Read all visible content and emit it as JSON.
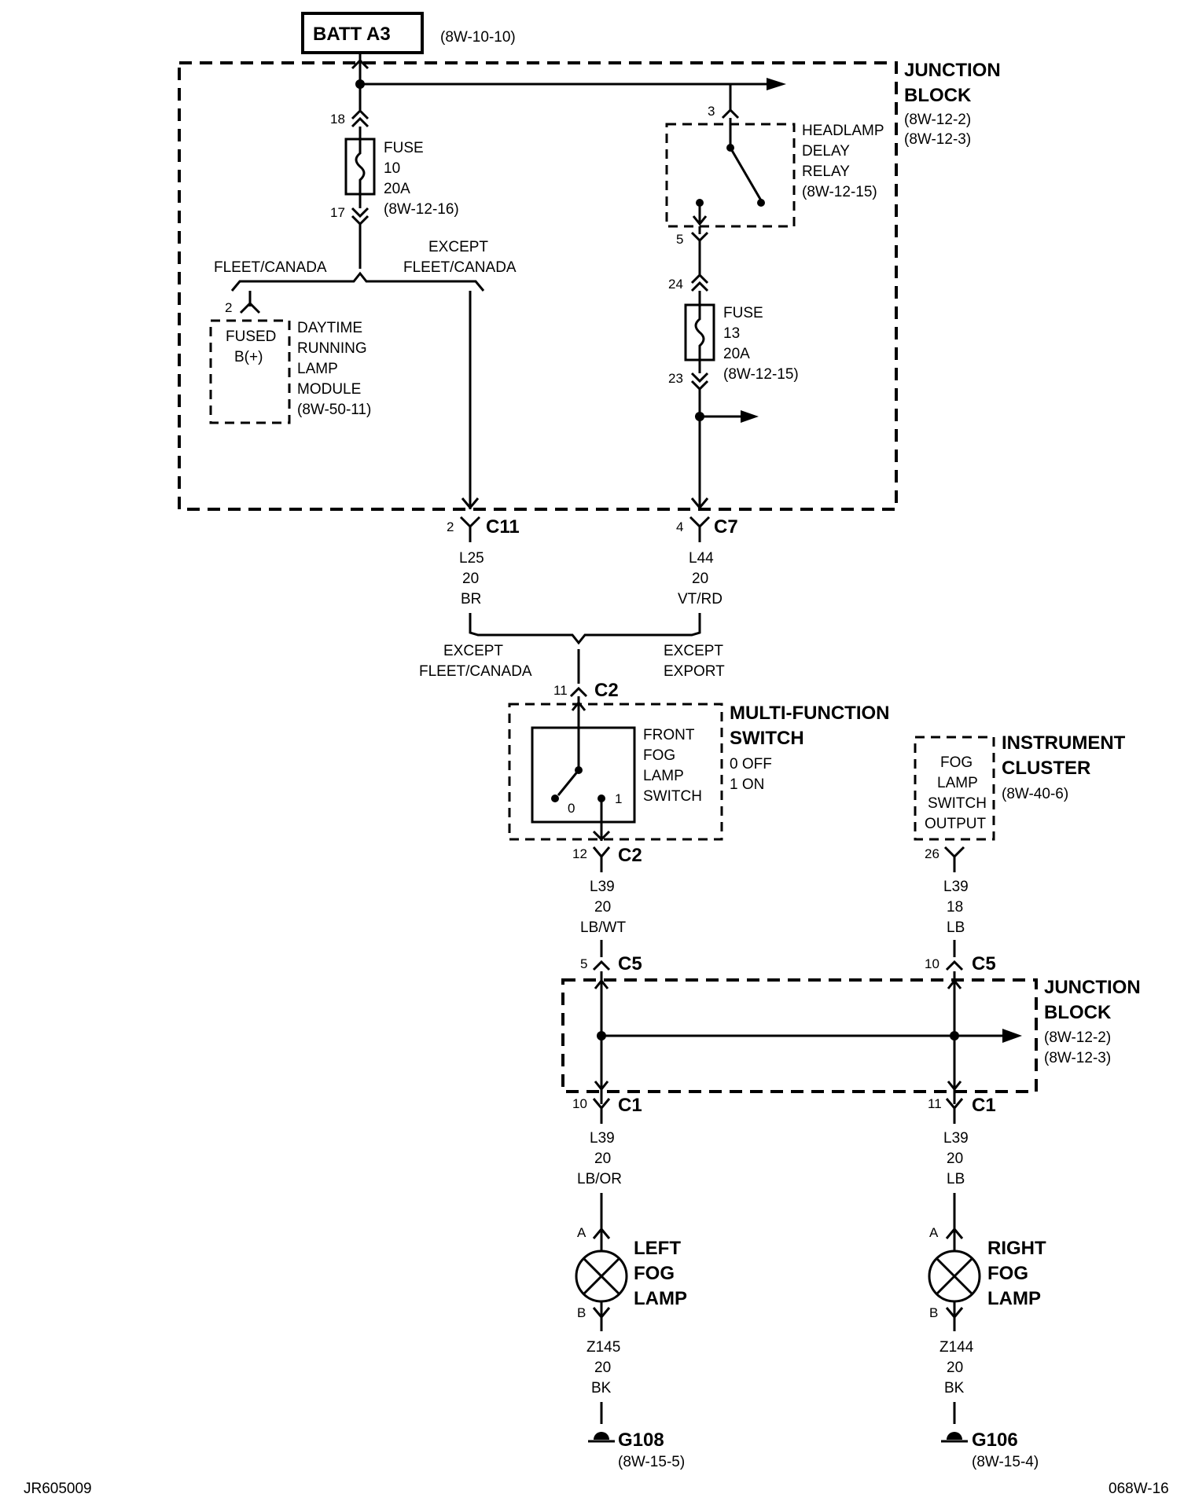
{
  "batt": {
    "label": "BATT A3",
    "ref": "(8W-10-10)"
  },
  "junction_block_top": {
    "title1": "JUNCTION",
    "title2": "BLOCK",
    "ref1": "(8W-12-2)",
    "ref2": "(8W-12-3)"
  },
  "fuse10": {
    "l1": "FUSE",
    "l2": "10",
    "l3": "20A",
    "l4": "(8W-12-16)",
    "pin_in": "18",
    "pin_out": "17"
  },
  "branch_top": {
    "left": "FLEET/CANADA",
    "right1": "EXCEPT",
    "right2": "FLEET/CANADA"
  },
  "drl": {
    "pin": "2",
    "box1": "FUSED",
    "box2": "B(+)",
    "l1": "DAYTIME",
    "l2": "RUNNING",
    "l3": "LAMP",
    "l4": "MODULE",
    "l5": "(8W-50-11)"
  },
  "relay": {
    "pin_in": "3",
    "pin_out": "5",
    "l1": "HEADLAMP",
    "l2": "DELAY",
    "l3": "RELAY",
    "l4": "(8W-12-15)"
  },
  "fuse13": {
    "l1": "FUSE",
    "l2": "13",
    "l3": "20A",
    "l4": "(8W-12-15)",
    "pin_in": "24",
    "pin_out": "23"
  },
  "c11": {
    "pin": "2",
    "conn": "C11",
    "wire": "L25",
    "gauge": "20",
    "color": "BR"
  },
  "c7": {
    "pin": "4",
    "conn": "C7",
    "wire": "L44",
    "gauge": "20",
    "color": "VT/RD"
  },
  "branch_mid": {
    "left1": "EXCEPT",
    "left2": "FLEET/CANADA",
    "right1": "EXCEPT",
    "right2": "EXPORT"
  },
  "mfs": {
    "pin_in": "11",
    "conn_in": "C2",
    "title1": "MULTI-FUNCTION",
    "title2": "SWITCH",
    "pos0": "0 OFF",
    "pos1": "1 ON",
    "s1": "FRONT",
    "s2": "FOG",
    "s3": "LAMP",
    "s4": "SWITCH",
    "mark0": "0",
    "mark1": "1",
    "pin_out": "12",
    "conn_out": "C2"
  },
  "ic": {
    "title1": "INSTRUMENT",
    "title2": "CLUSTER",
    "ref": "(8W-40-6)",
    "b1": "FOG",
    "b2": "LAMP",
    "b3": "SWITCH",
    "b4": "OUTPUT",
    "pin": "26"
  },
  "wire_left_mid": {
    "wire": "L39",
    "gauge": "20",
    "color": "LB/WT"
  },
  "wire_right_mid": {
    "wire": "L39",
    "gauge": "18",
    "color": "LB"
  },
  "junction_block_bottom": {
    "title1": "JUNCTION",
    "title2": "BLOCK",
    "ref1": "(8W-12-2)",
    "ref2": "(8W-12-3)",
    "pin_l_in": "5",
    "conn_l_in": "C5",
    "pin_r_in": "10",
    "conn_r_in": "C5",
    "pin_l_out": "10",
    "conn_l_out": "C1",
    "pin_r_out": "11",
    "conn_r_out": "C1"
  },
  "wire_left_low": {
    "wire": "L39",
    "gauge": "20",
    "color": "LB/OR"
  },
  "wire_right_low": {
    "wire": "L39",
    "gauge": "20",
    "color": "LB"
  },
  "left_lamp": {
    "pin_a": "A",
    "pin_b": "B",
    "l1": "LEFT",
    "l2": "FOG",
    "l3": "LAMP",
    "wire": "Z145",
    "gauge": "20",
    "color": "BK",
    "ground": "G108",
    "ground_ref": "(8W-15-5)"
  },
  "right_lamp": {
    "pin_a": "A",
    "pin_b": "B",
    "l1": "RIGHT",
    "l2": "FOG",
    "l3": "LAMP",
    "wire": "Z144",
    "gauge": "20",
    "color": "BK",
    "ground": "G106",
    "ground_ref": "(8W-15-4)"
  },
  "footer": {
    "left": "JR605009",
    "right": "068W-16"
  }
}
